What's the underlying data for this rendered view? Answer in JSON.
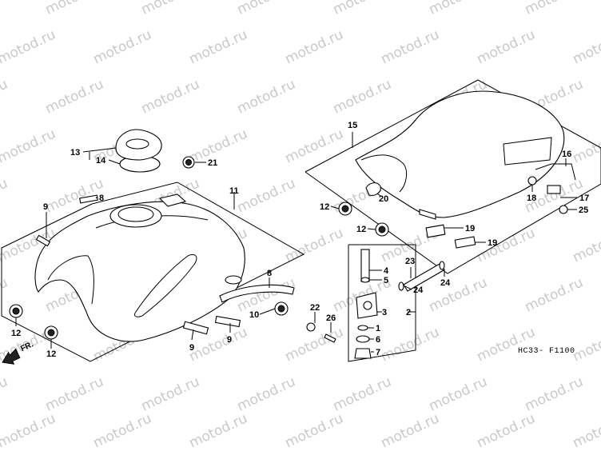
{
  "watermark": "motod.ru",
  "diagram_code": "HC33- F1100",
  "direction_label": "FR.",
  "callouts": {
    "c1": "1",
    "c2": "2",
    "c3": "3",
    "c4": "4",
    "c5": "5",
    "c6": "6",
    "c7": "7",
    "c8a": "8",
    "c8b": "8",
    "c9a": "9",
    "c9b": "9",
    "c9c": "9",
    "c10": "10",
    "c11": "11",
    "c12a": "12",
    "c12b": "12",
    "c12c": "12",
    "c12d": "12",
    "c13": "13",
    "c14": "14",
    "c15": "15",
    "c16": "16",
    "c17": "17",
    "c18": "18",
    "c19a": "19",
    "c19b": "19",
    "c20": "20",
    "c21": "21",
    "c22": "22",
    "c23": "23",
    "c24a": "24",
    "c24b": "24",
    "c25": "25",
    "c26": "26"
  }
}
